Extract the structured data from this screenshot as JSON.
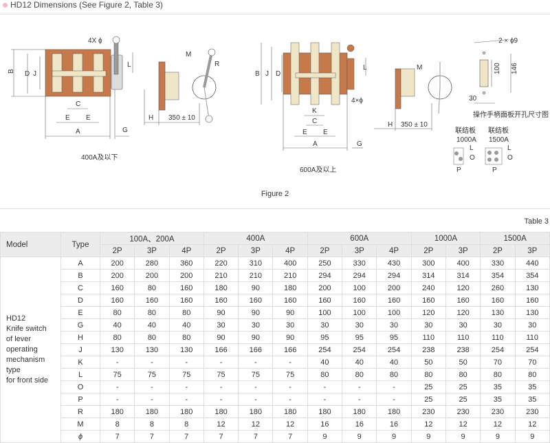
{
  "header": {
    "title": "HD12 Dimensions (See Figure 2, Table 3)"
  },
  "colors": {
    "plate": "#c67a4b",
    "part": "#efe6c7",
    "handle": "#9a9a9a",
    "line": "#555555"
  },
  "figure": {
    "caption": "Figure 2",
    "fig1": {
      "hole": "4X ϕ",
      "B": "B",
      "D": "D",
      "J": "J",
      "L": "L",
      "C": "C",
      "E1": "E",
      "E2": "E",
      "A": "A",
      "G": "G",
      "M": "M",
      "R": "R",
      "H": "H",
      "dist": "350 ± 10",
      "caption": "400A及以下"
    },
    "fig2": {
      "B": "B",
      "J": "J",
      "D": "D",
      "L": "L",
      "hole": "4×ϕ",
      "K": "K",
      "C": "C",
      "E1": "E",
      "E2": "E",
      "A": "A",
      "G": "G",
      "M": "M",
      "H": "H",
      "dist": "350 ± 10",
      "caption": "600A及以上"
    },
    "panel": {
      "holes": "2 × ϕ9",
      "d100": "100",
      "d146": "146",
      "d30": "30",
      "caption": "操作手柄面板开孔尺寸图"
    },
    "links": [
      {
        "name": "联结板",
        "rating": "1000A",
        "L": "L",
        "O": "O",
        "P": "P"
      },
      {
        "name": "联结板",
        "rating": "1500A",
        "L": "L",
        "O": "O",
        "P": "P"
      }
    ]
  },
  "table": {
    "caption": "Table 3",
    "model_header": "Model",
    "type_header": "Type",
    "groups": [
      "100A、200A",
      "400A",
      "600A",
      "1000A",
      "1500A"
    ],
    "poles": [
      "2P",
      "3P",
      "4P",
      "2P",
      "3P",
      "4P",
      "2P",
      "3P",
      "4P",
      "2P",
      "3P",
      "2P",
      "3P"
    ],
    "model": [
      "HD12",
      "Knife switch",
      "of lever",
      "operating",
      "mechanism type",
      "for front side"
    ],
    "rows": [
      {
        "type": "A",
        "values": [
          "200",
          "280",
          "360",
          "220",
          "310",
          "400",
          "250",
          "330",
          "430",
          "300",
          "400",
          "330",
          "440"
        ]
      },
      {
        "type": "B",
        "values": [
          "200",
          "200",
          "200",
          "210",
          "210",
          "210",
          "294",
          "294",
          "294",
          "314",
          "314",
          "354",
          "354"
        ]
      },
      {
        "type": "C",
        "values": [
          "160",
          "80",
          "160",
          "180",
          "90",
          "180",
          "200",
          "100",
          "200",
          "240",
          "120",
          "260",
          "130"
        ]
      },
      {
        "type": "D",
        "values": [
          "160",
          "160",
          "160",
          "160",
          "160",
          "160",
          "160",
          "160",
          "160",
          "160",
          "160",
          "160",
          "160"
        ]
      },
      {
        "type": "E",
        "values": [
          "80",
          "80",
          "80",
          "90",
          "90",
          "90",
          "100",
          "100",
          "100",
          "120",
          "120",
          "130",
          "130"
        ]
      },
      {
        "type": "G",
        "values": [
          "40",
          "40",
          "40",
          "30",
          "30",
          "30",
          "30",
          "30",
          "30",
          "30",
          "30",
          "30",
          "30"
        ]
      },
      {
        "type": "H",
        "values": [
          "80",
          "80",
          "80",
          "90",
          "90",
          "90",
          "95",
          "95",
          "95",
          "110",
          "110",
          "110",
          "110"
        ]
      },
      {
        "type": "J",
        "values": [
          "130",
          "130",
          "130",
          "166",
          "166",
          "166",
          "254",
          "254",
          "254",
          "238",
          "238",
          "254",
          "254"
        ]
      },
      {
        "type": "K",
        "values": [
          "-",
          "-",
          "-",
          "-",
          "-",
          "-",
          "40",
          "40",
          "40",
          "50",
          "50",
          "70",
          "70"
        ]
      },
      {
        "type": "L",
        "values": [
          "75",
          "75",
          "75",
          "75",
          "75",
          "75",
          "80",
          "80",
          "80",
          "80",
          "80",
          "80",
          "80"
        ]
      },
      {
        "type": "O",
        "values": [
          "-",
          "-",
          "-",
          "-",
          "-",
          "-",
          "-",
          "-",
          "-",
          "25",
          "25",
          "35",
          "35"
        ]
      },
      {
        "type": "P",
        "values": [
          "-",
          "-",
          "-",
          "-",
          "-",
          "-",
          "-",
          "-",
          "-",
          "25",
          "25",
          "35",
          "35"
        ]
      },
      {
        "type": "R",
        "values": [
          "180",
          "180",
          "180",
          "180",
          "180",
          "180",
          "180",
          "180",
          "180",
          "230",
          "230",
          "230",
          "230"
        ]
      },
      {
        "type": "M",
        "values": [
          "8",
          "8",
          "8",
          "12",
          "12",
          "12",
          "16",
          "16",
          "16",
          "12",
          "12",
          "12",
          "12"
        ]
      },
      {
        "type": "ϕ",
        "values": [
          "7",
          "7",
          "7",
          "7",
          "7",
          "7",
          "9",
          "9",
          "9",
          "9",
          "9",
          "9",
          "9"
        ]
      }
    ]
  }
}
